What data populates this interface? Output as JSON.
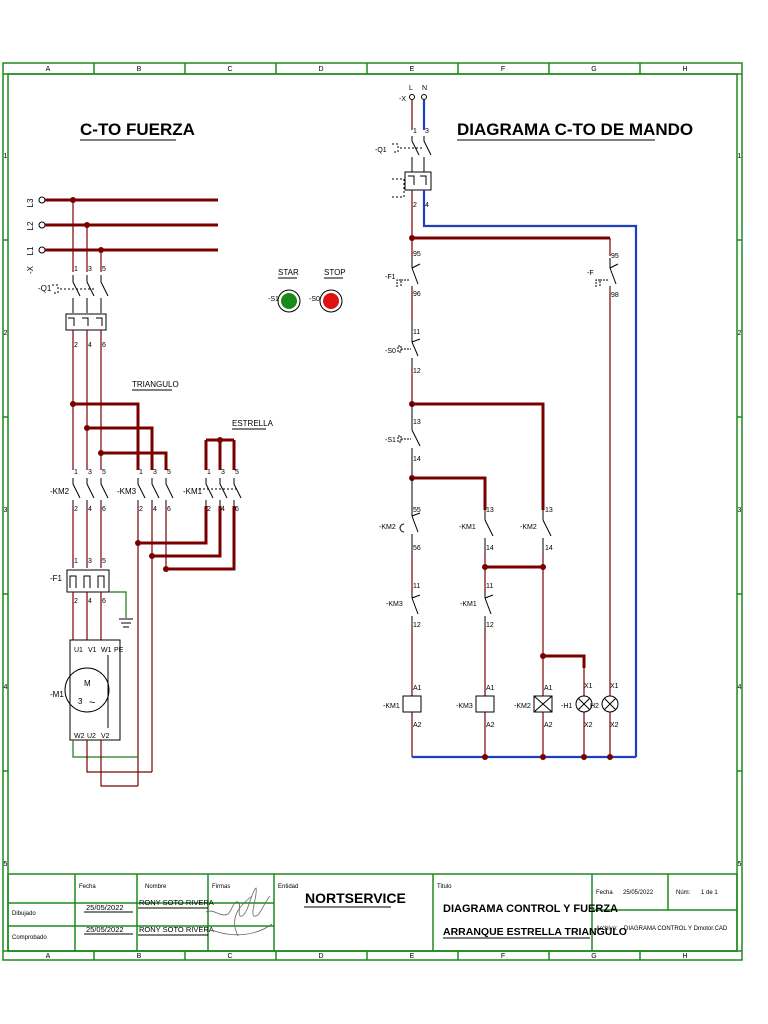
{
  "grid": {
    "cols": [
      "A",
      "B",
      "C",
      "D",
      "E",
      "F",
      "G",
      "H"
    ],
    "rows": [
      "1",
      "2",
      "3",
      "4",
      "5"
    ]
  },
  "titles": {
    "power": "C-TO FUERZA",
    "control": "DIAGRAMA C-TO DE MANDO"
  },
  "power": {
    "lines": [
      "L3",
      "L2",
      "L1"
    ],
    "terminal": "-X",
    "q1": "-Q1",
    "pole_top": [
      "1",
      "3",
      "5"
    ],
    "pole_bot": [
      "2",
      "4",
      "6"
    ],
    "triangulo": "TRIANGULO",
    "estrella": "ESTRELLA",
    "km2": "-KM2",
    "km3": "-KM3",
    "km1": "-KM1",
    "f1": "-F1",
    "motor": {
      "ref": "-M1",
      "label": "M",
      "phases": "3",
      "wave": "~"
    },
    "motor_terms_top": [
      "U1",
      "V1",
      "W1",
      "PE"
    ],
    "motor_terms_bot": [
      "W2",
      "U2",
      "V2"
    ]
  },
  "buttons": {
    "star_caption": "STAR",
    "stop_caption": "STOP",
    "s1": "-S1",
    "s0": "-S0",
    "star_color": "#1a8a1a",
    "stop_color": "#e01010"
  },
  "control": {
    "supply": {
      "terminal": "-X",
      "l": "L",
      "n": "N"
    },
    "q1": "-Q1",
    "q1_top": [
      "1",
      "3"
    ],
    "q1_bot": [
      "2",
      "4"
    ],
    "f1_left": {
      "ref": "-F1",
      "top": "95",
      "bot": "96"
    },
    "f1_right": {
      "ref": "-F",
      "top": "95",
      "bot": "98"
    },
    "s0": {
      "ref": "-S0",
      "top": "11",
      "bot": "12"
    },
    "s1": {
      "ref": "-S1",
      "top": "13",
      "bot": "14"
    },
    "km2_nc": {
      "ref": "-KM2",
      "top": "55",
      "bot": "56"
    },
    "km1_no": {
      "ref": "-KM1",
      "top": "13",
      "bot": "14"
    },
    "km2_no": {
      "ref": "-KM2",
      "top": "13",
      "bot": "14"
    },
    "km3_nc": {
      "ref": "-KM3",
      "top": "11",
      "bot": "12"
    },
    "km1_nc": {
      "ref": "-KM1",
      "top": "11",
      "bot": "12"
    },
    "coils": [
      {
        "ref": "-KM1",
        "a1": "A1",
        "a2": "A2"
      },
      {
        "ref": "-KM3",
        "a1": "A1",
        "a2": "A2"
      },
      {
        "ref": "-KM2",
        "a1": "A1",
        "a2": "A2"
      }
    ],
    "lamps": [
      {
        "ref": "-H1",
        "name": "H2",
        "x1": "X1",
        "x2": "X2"
      },
      {
        "ref": "",
        "name": "",
        "x1": "X1",
        "x2": "X2"
      }
    ]
  },
  "title_block": {
    "h_fecha": "Fecha",
    "h_nombre": "Nombre",
    "h_firmas": "Firmas",
    "h_entidad": "Entidad",
    "h_titulo": "Titulo",
    "dibujado": "Dibujado",
    "comprobado": "Comprobado",
    "date1": "25/05/2022",
    "date2": "25/05/2022",
    "name1": "RONY SOTO RIVERA",
    "name2": "RONY SOTO RIVERA",
    "entity": "NORTSERVICE",
    "title1": "DIAGRAMA CONTROL Y FUERZA",
    "title2": "ARRANQUE ESTRELLA TRIANGULO",
    "fecha_label": "Fecha",
    "fecha_value": "25/05/2022",
    "num_label": "Núm:",
    "num_value": "1 de 1",
    "archivo_label": "Archivo:",
    "archivo_value": "DIAGRAMA CONTROL Y Dmotor.CAD"
  }
}
